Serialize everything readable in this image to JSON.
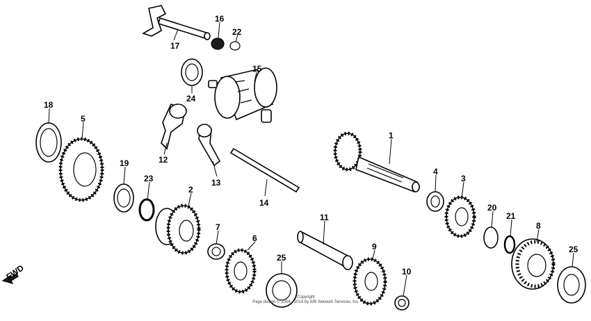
{
  "diagram": {
    "fwd_label": "FWD",
    "copyright": [
      "Copyright",
      "Page design © 2004 - 2014 by ARI Network Services, Inc."
    ],
    "callouts": {
      "p1": "1",
      "p2": "2",
      "p3": "3",
      "p4": "4",
      "p5": "5",
      "p6": "6",
      "p7": "7",
      "p8": "8",
      "p9": "9",
      "p10": "10",
      "p11": "11",
      "p12": "12",
      "p13": "13",
      "p14": "14",
      "p15": "15",
      "p16": "16",
      "p17": "17",
      "p18": "18",
      "p19": "19",
      "p20": "20",
      "p21": "21",
      "p22": "22",
      "p23": "23",
      "p24": "24",
      "p25a": "25",
      "p25b": "25"
    }
  }
}
